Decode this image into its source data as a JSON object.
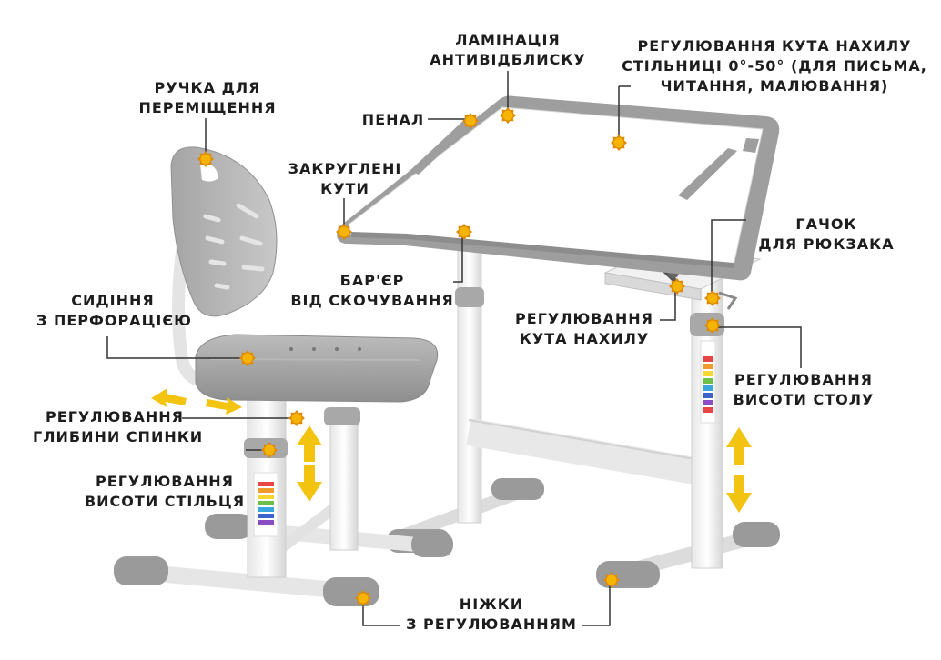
{
  "labels": {
    "handle": [
      "РУЧКА ДЛЯ",
      "ПЕРЕМІЩЕННЯ"
    ],
    "lamination": [
      "ЛАМІНАЦІЯ",
      "АНТИВІДБЛИСКУ"
    ],
    "tilt_angle": [
      "РЕГУЛЮВАННЯ КУТА НАХИЛУ",
      "СТІЛЬНИЦІ 0°-50° (ДЛЯ ПИСЬМА,",
      "ЧИТАННЯ, МАЛЮВАННЯ)"
    ],
    "pencil_case": [
      "ПЕНАЛ"
    ],
    "rounded_corners": [
      "ЗАКРУГЛЕНІ",
      "КУТИ"
    ],
    "hook": [
      "ГАЧОК",
      "ДЛЯ РЮКЗАКА"
    ],
    "barrier": [
      "БАР'ЄР",
      "ВІД СКОЧУВАННЯ"
    ],
    "seat": [
      "СИДІННЯ",
      "З ПЕРФОРАЦІЄЮ"
    ],
    "tilt_adjust": [
      "РЕГУЛЮВАННЯ",
      "КУТА НАХИЛУ"
    ],
    "desk_height": [
      "РЕГУЛЮВАННЯ",
      "ВИСОТИ СТОЛУ"
    ],
    "back_depth": [
      "РЕГУЛЮВАННЯ",
      "ГЛИБИНИ СПИНКИ"
    ],
    "chair_height": [
      "РЕГУЛЮВАННЯ",
      "ВИСОТИ СТІЛЬЦЯ"
    ],
    "legs": [
      "НІЖКИ",
      "З РЕГУЛЮВАННЯМ"
    ]
  },
  "colors": {
    "marker": "#f5b400",
    "arrow": "#f2c40f",
    "gray": "#9a9a9a",
    "frame": "#f4f4f4",
    "desktop": "#ffffff"
  }
}
